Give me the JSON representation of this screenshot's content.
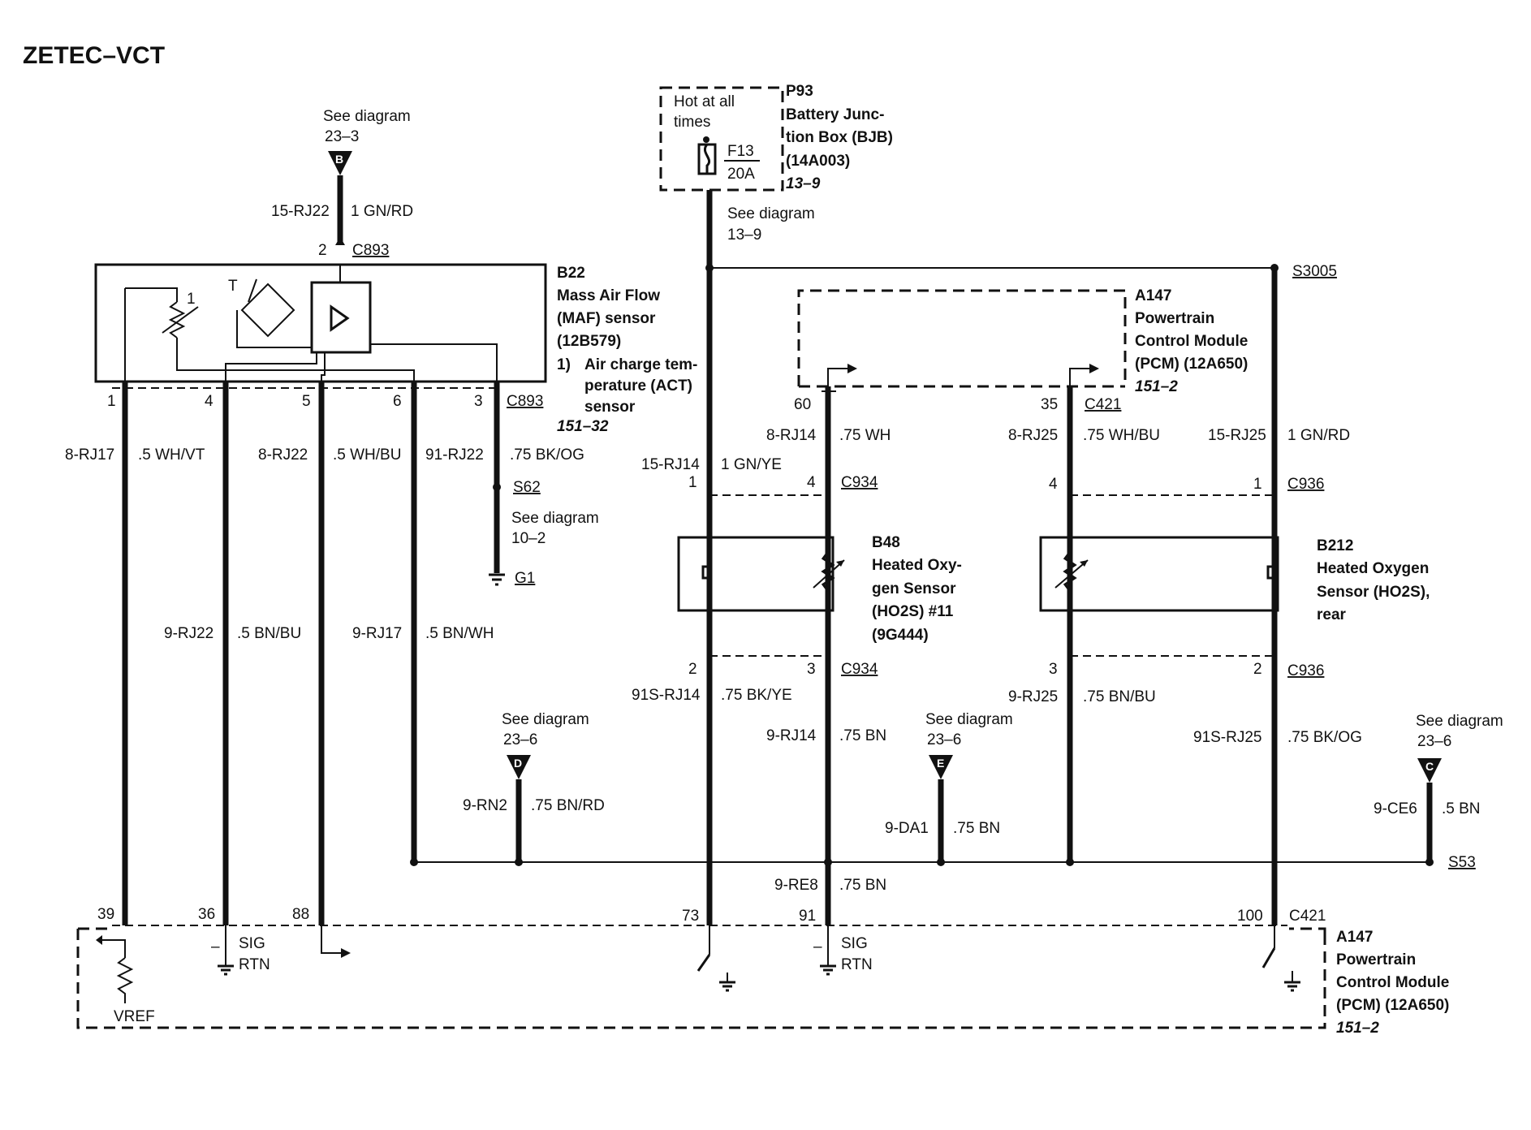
{
  "title": "ZETEC–VCT",
  "refs": {
    "see_b_1": "See diagram",
    "see_b_2": "23–3",
    "letter_b": "B",
    "see_d_1": "See diagram",
    "see_d_2": "23–6",
    "letter_d": "D",
    "see_e_1": "See diagram",
    "see_e_2": "23–6",
    "letter_e": "E",
    "see_c_1": "See diagram",
    "see_c_2": "23–6",
    "letter_c": "C",
    "see_139_1": "See diagram",
    "see_139_2": "13–9",
    "see_102_1": "See diagram",
    "see_102_2": "10–2"
  },
  "p93": {
    "hot_1": "Hot at all",
    "hot_2": "times",
    "fuse_id": "F13",
    "fuse_rating": "20A",
    "id": "P93",
    "name_1": "Battery Junc-",
    "name_2": "tion Box (BJB)",
    "part": "(14A003)",
    "page": "13–9"
  },
  "b22": {
    "id": "B22",
    "name_1": "Mass Air Flow",
    "name_2": "(MAF) sensor",
    "part": "(12B579)",
    "note_num": "1)",
    "note_1": "Air charge tem-",
    "note_2": "perature (ACT)",
    "note_3": "sensor",
    "page": "151–32",
    "t_label": "T",
    "one_label": "1"
  },
  "a147_top": {
    "id": "A147",
    "name_1": "Powertrain",
    "name_2": "Control Module",
    "name_3": "(PCM) (12A650)",
    "page": "151–2"
  },
  "a147_bottom": {
    "id": "A147",
    "name_1": "Powertrain",
    "name_2": "Control Module",
    "name_3": "(PCM) (12A650)",
    "page": "151–2",
    "vref": "VREF",
    "sig1": "SIG",
    "rtn1": "RTN",
    "minus1": "–",
    "sig2": "SIG",
    "rtn2": "RTN",
    "minus2": "–"
  },
  "b48": {
    "id": "B48",
    "name_1": "Heated Oxy-",
    "name_2": "gen Sensor",
    "name_3": "(HO2S) #11",
    "part": "(9G444)"
  },
  "b212": {
    "id": "B212",
    "name_1": "Heated Oxygen",
    "name_2": "Sensor (HO2S),",
    "name_3": "rear"
  },
  "connectors": {
    "c893_top": "C893",
    "c893_bottom": "C893",
    "c421_top": "C421",
    "c421_bottom": "C421",
    "c934_top": "C934",
    "c934_bottom": "C934",
    "c936_top": "C936",
    "c936_bottom": "C936",
    "s3005": "S3005",
    "s62": "S62",
    "s53": "S53",
    "g1": "G1"
  },
  "pins": {
    "maf_top": "2",
    "maf_1": "1",
    "maf_4": "4",
    "maf_5": "5",
    "maf_6": "6",
    "maf_3": "3",
    "pcm_60": "60",
    "pcm_35": "35",
    "b48_1": "1",
    "b48_4": "4",
    "b48_2": "2",
    "b48_3": "3",
    "b212_4": "4",
    "b212_1": "1",
    "b212_3": "3",
    "b212_2": "2",
    "pcm_39": "39",
    "pcm_36": "36",
    "pcm_88": "88",
    "pcm_73": "73",
    "pcm_91": "91",
    "pcm_100": "100"
  },
  "wires": {
    "w15rj22_c": "15-RJ22",
    "w15rj22_s": "1 GN/RD",
    "w8rj17_c": "8-RJ17",
    "w8rj17_s": ".5 WH/VT",
    "w8rj22_c": "8-RJ22",
    "w8rj22_s": ".5 WH/BU",
    "w91rj22_c": "91-RJ22",
    "w91rj22_s": ".75 BK/OG",
    "w9rj22_c": "9-RJ22",
    "w9rj22_s": ".5 BN/BU",
    "w9rj17_c": "9-RJ17",
    "w9rj17_s": ".5 BN/WH",
    "w15rj14_c": "15-RJ14",
    "w15rj14_s": "1 GN/YE",
    "w8rj14_c": "8-RJ14",
    "w8rj14_s": ".75 WH",
    "w8rj25_c": "8-RJ25",
    "w8rj25_s": ".75 WH/BU",
    "w15rj25_c": "15-RJ25",
    "w15rj25_s": "1 GN/RD",
    "w91srj14_c": "91S-RJ14",
    "w91srj14_s": ".75 BK/YE",
    "w9rj14_c": "9-RJ14",
    "w9rj14_s": ".75 BN",
    "w9rj25_c": "9-RJ25",
    "w9rj25_s": ".75 BN/BU",
    "w91srj25_c": "91S-RJ25",
    "w91srj25_s": ".75 BK/OG",
    "w9rn2_c": "9-RN2",
    "w9rn2_s": ".75 BN/RD",
    "w9da1_c": "9-DA1",
    "w9da1_s": ".75 BN",
    "w9ce6_c": "9-CE6",
    "w9ce6_s": ".5 BN",
    "w9re8_c": "9-RE8",
    "w9re8_s": ".75 BN"
  }
}
